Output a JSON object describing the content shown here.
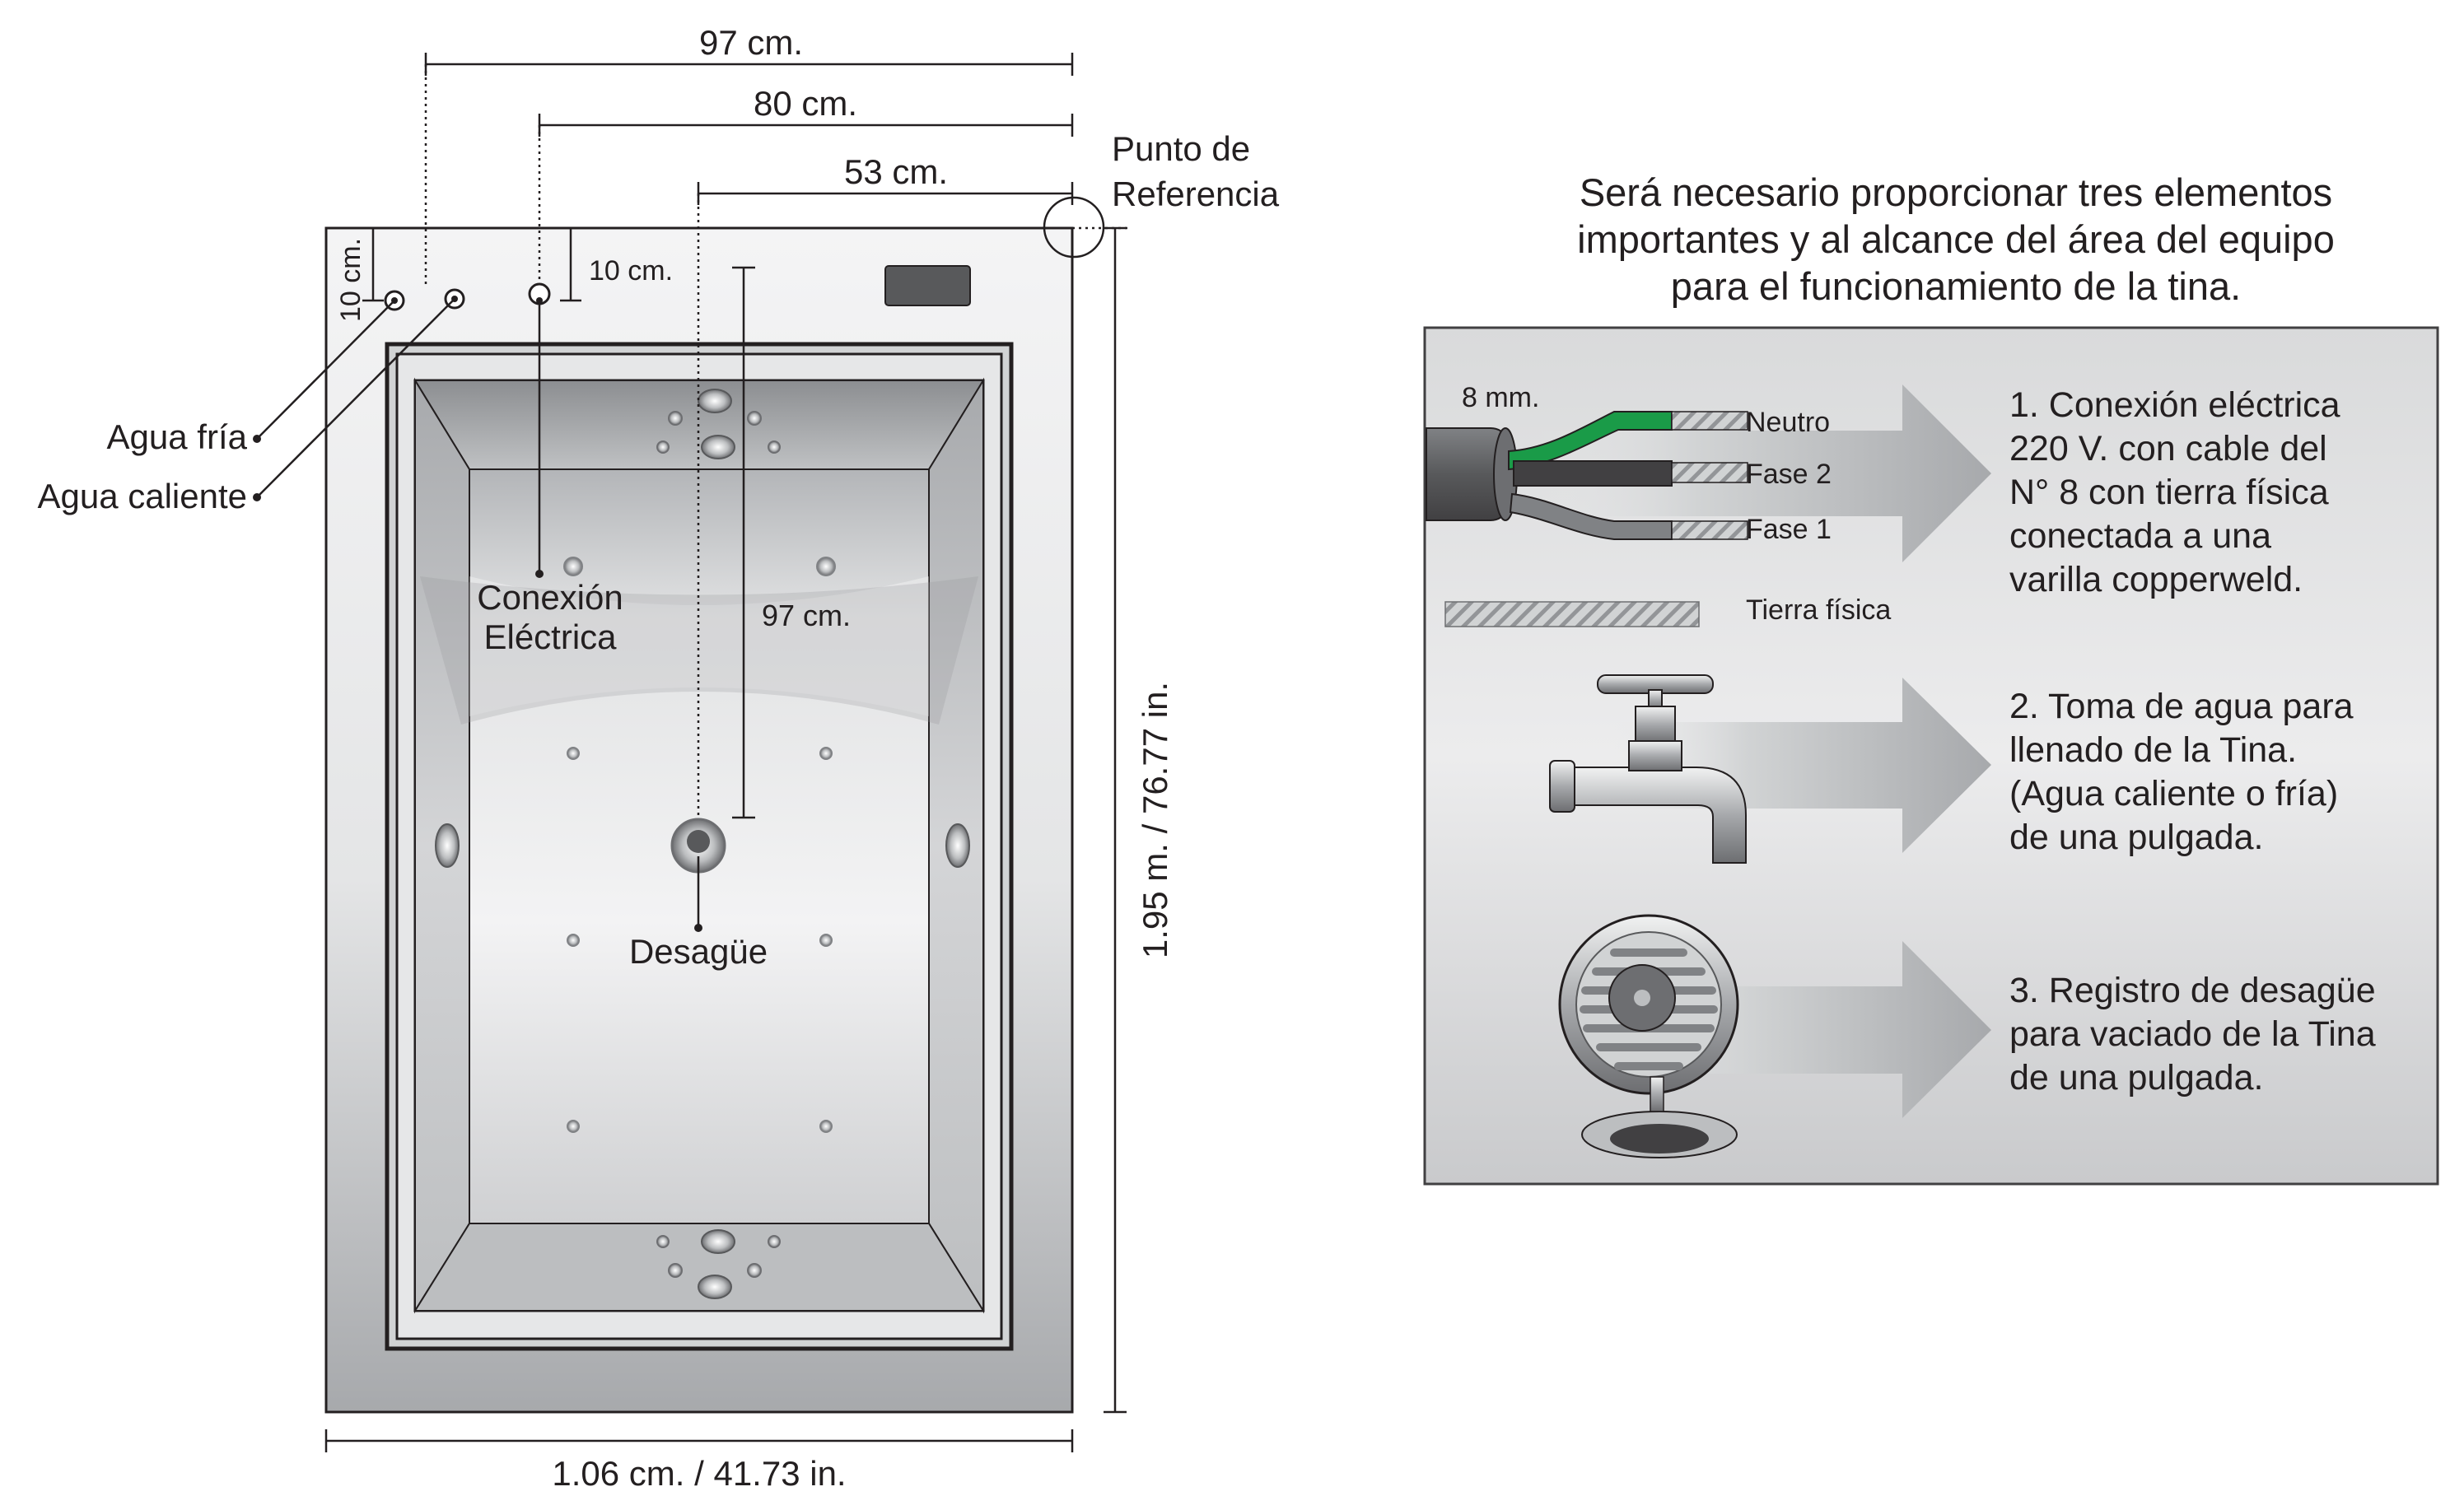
{
  "dimensions": {
    "width_97": "97 cm.",
    "width_80": "80 cm.",
    "width_53": "53 cm.",
    "offset_10_vertical": "10 cm.",
    "offset_10_horizontal": "10 cm.",
    "drain_97": "97 cm.",
    "length_total": "1.95 m. / 76.77 in.",
    "width_total": "1.06 cm. / 41.73 in."
  },
  "labels": {
    "reference_point": [
      "Punto de",
      "Referencia"
    ],
    "cold_water": "Agua fría",
    "hot_water": "Agua caliente",
    "electrical_connection": [
      "Conexión",
      "Eléctrica"
    ],
    "drain": "Desagüe"
  },
  "panel": {
    "intro": [
      "Será necesario proporcionar tres elementos",
      "importantes y al alcance del área del equipo",
      "para el funcionamiento de la tina."
    ],
    "cable": {
      "gauge": "8 mm.",
      "neutral": "Neutro",
      "phase2": "Fase 2",
      "phase1": "Fase 1",
      "ground": "Tierra física"
    },
    "requirements": [
      {
        "lines": [
          "1. Conexión eléctrica",
          "220 V. con cable del",
          "N° 8 con tierra física",
          "conectada a una",
          "varilla copperweld."
        ],
        "icon": "electric-cable-icon"
      },
      {
        "lines": [
          "2. Toma de agua para",
          "llenado de la Tina.",
          "(Agua caliente o fría)",
          "de una pulgada."
        ],
        "icon": "water-faucet-icon"
      },
      {
        "lines": [
          "3. Registro de desagüe",
          "para vaciado de la Tina",
          "de una pulgada."
        ],
        "icon": "floor-drain-icon"
      }
    ]
  },
  "colors": {
    "line": "#231f20",
    "tub_gray": "#a7a9ac",
    "panel_bg": "#e6e7e8",
    "neutral_wire": "#1a9b48",
    "phase_wire": "#414042",
    "arrow": "#bcbec0"
  }
}
